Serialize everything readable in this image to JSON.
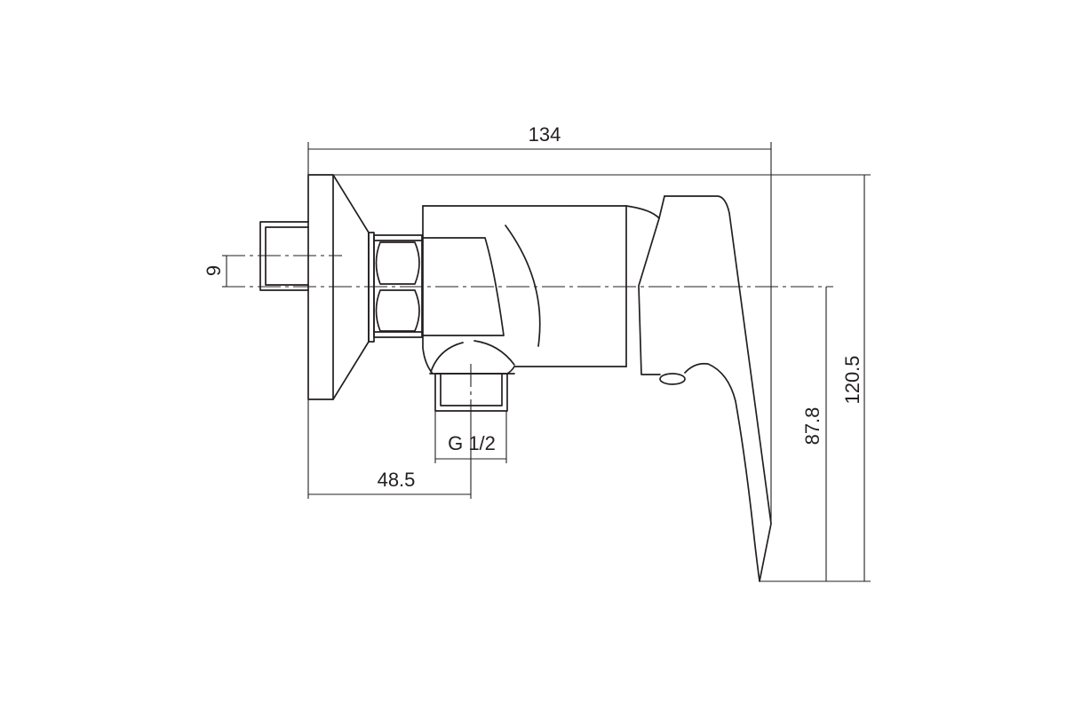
{
  "colors": {
    "line": "#231f20",
    "background": "#ffffff"
  },
  "dimensions": {
    "overall_width": "134",
    "overall_height": "120.5",
    "axis_height": "87.8",
    "outlet_distance": "48.5",
    "eccentric_offset": "9",
    "outlet_thread": "G 1/2"
  }
}
